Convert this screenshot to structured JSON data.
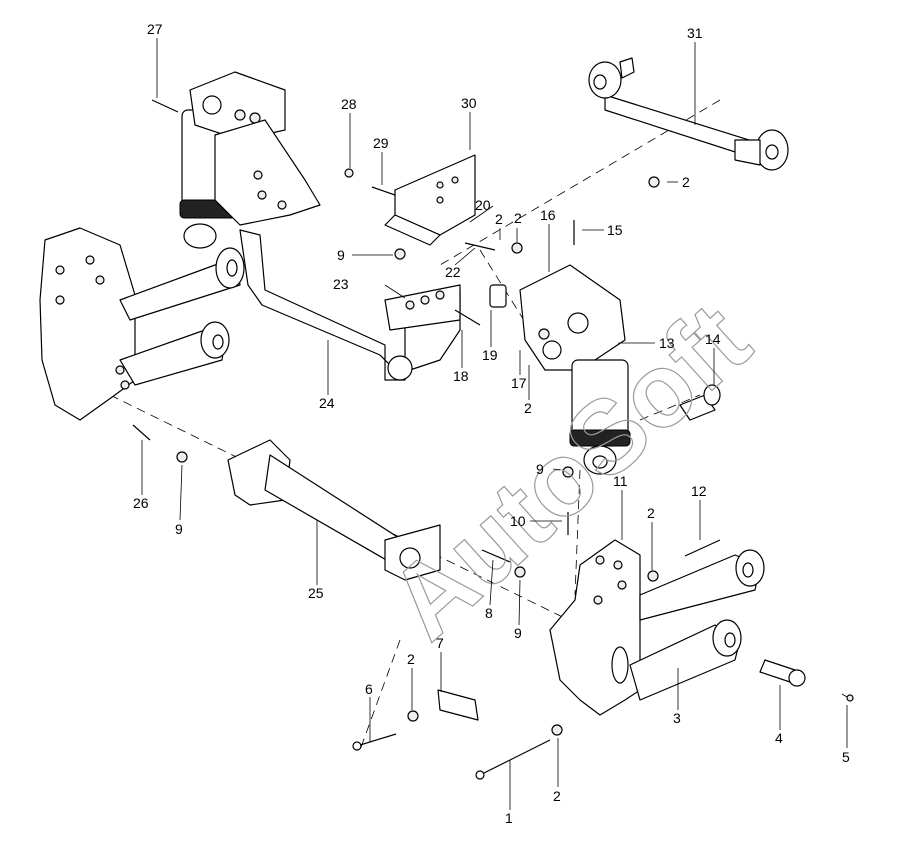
{
  "diagram": {
    "watermark": "AutoSoft",
    "callouts": [
      {
        "id": "c27",
        "label": "27"
      },
      {
        "id": "c31",
        "label": "31"
      },
      {
        "id": "c28",
        "label": "28"
      },
      {
        "id": "c30",
        "label": "30"
      },
      {
        "id": "c29",
        "label": "29"
      },
      {
        "id": "c2a",
        "label": "2"
      },
      {
        "id": "c20",
        "label": "20"
      },
      {
        "id": "c2b",
        "label": "2"
      },
      {
        "id": "c2c",
        "label": "2"
      },
      {
        "id": "c16",
        "label": "16"
      },
      {
        "id": "c15",
        "label": "15"
      },
      {
        "id": "c9a",
        "label": "9"
      },
      {
        "id": "c22",
        "label": "22"
      },
      {
        "id": "c23",
        "label": "23"
      },
      {
        "id": "c13",
        "label": "13"
      },
      {
        "id": "c14",
        "label": "14"
      },
      {
        "id": "c19",
        "label": "19"
      },
      {
        "id": "c18",
        "label": "18"
      },
      {
        "id": "c17",
        "label": "17"
      },
      {
        "id": "c2d",
        "label": "2"
      },
      {
        "id": "c24",
        "label": "24"
      },
      {
        "id": "c9b",
        "label": "9"
      },
      {
        "id": "c11",
        "label": "11"
      },
      {
        "id": "c26",
        "label": "26"
      },
      {
        "id": "c9c",
        "label": "9"
      },
      {
        "id": "c10",
        "label": "10"
      },
      {
        "id": "c12",
        "label": "12"
      },
      {
        "id": "c2e",
        "label": "2"
      },
      {
        "id": "c25",
        "label": "25"
      },
      {
        "id": "c8",
        "label": "8"
      },
      {
        "id": "c9d",
        "label": "9"
      },
      {
        "id": "c7",
        "label": "7"
      },
      {
        "id": "c2f",
        "label": "2"
      },
      {
        "id": "c6",
        "label": "6"
      },
      {
        "id": "c3",
        "label": "3"
      },
      {
        "id": "c4",
        "label": "4"
      },
      {
        "id": "c5",
        "label": "5"
      },
      {
        "id": "c2g",
        "label": "2"
      },
      {
        "id": "c1",
        "label": "1"
      }
    ]
  }
}
